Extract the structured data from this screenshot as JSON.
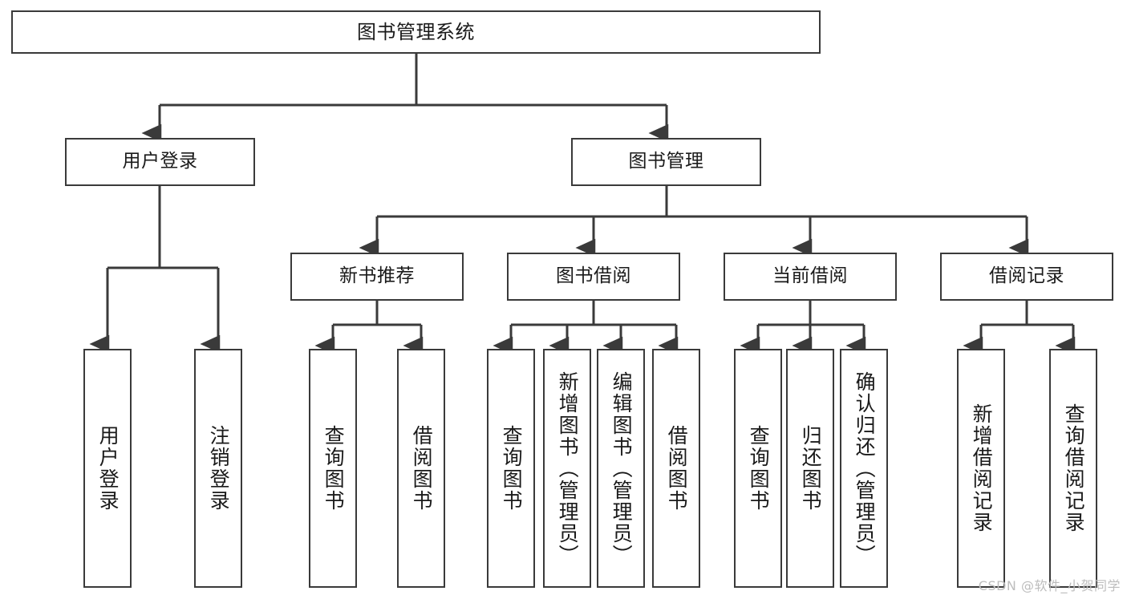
{
  "diagram": {
    "title_node": {
      "id": "root",
      "label": "图书管理系统"
    },
    "level2": [
      {
        "id": "user-login",
        "label": "用户登录"
      },
      {
        "id": "book-manage",
        "label": "图书管理"
      }
    ],
    "level3": [
      {
        "id": "new-book-rec",
        "label": "新书推荐"
      },
      {
        "id": "book-borrow",
        "label": "图书借阅"
      },
      {
        "id": "current-borrow",
        "label": "当前借阅"
      },
      {
        "id": "borrow-record",
        "label": "借阅记录"
      }
    ],
    "leaves": {
      "user_login": [
        {
          "id": "leaf-user-login",
          "label": "用户登录"
        },
        {
          "id": "leaf-logout-login",
          "label": "注销登录"
        }
      ],
      "new_book_rec": [
        {
          "id": "leaf-query-book-1",
          "label": "查询图书"
        },
        {
          "id": "leaf-borrow-book-1",
          "label": "借阅图书"
        }
      ],
      "book_borrow": [
        {
          "id": "leaf-query-book-2",
          "label": "查询图书"
        },
        {
          "id": "leaf-add-book",
          "label": "新增图书（管理员）"
        },
        {
          "id": "leaf-edit-book",
          "label": "编辑图书（管理员）"
        },
        {
          "id": "leaf-borrow-book-2",
          "label": "借阅图书"
        }
      ],
      "current_borrow": [
        {
          "id": "leaf-query-book-3",
          "label": "查询图书"
        },
        {
          "id": "leaf-return-book",
          "label": "归还图书"
        },
        {
          "id": "leaf-confirm-return",
          "label": "确认归还（管理员）"
        }
      ],
      "borrow_record": [
        {
          "id": "leaf-add-record",
          "label": "新增借阅记录"
        },
        {
          "id": "leaf-query-record",
          "label": "查询借阅记录"
        }
      ]
    },
    "watermark": "CSDN @软件_小贺同学",
    "colors": {
      "stroke": "#3a3a3a",
      "fill": "#ffffff",
      "text": "#1a1a1a",
      "watermark": "#bdbdbd"
    }
  }
}
